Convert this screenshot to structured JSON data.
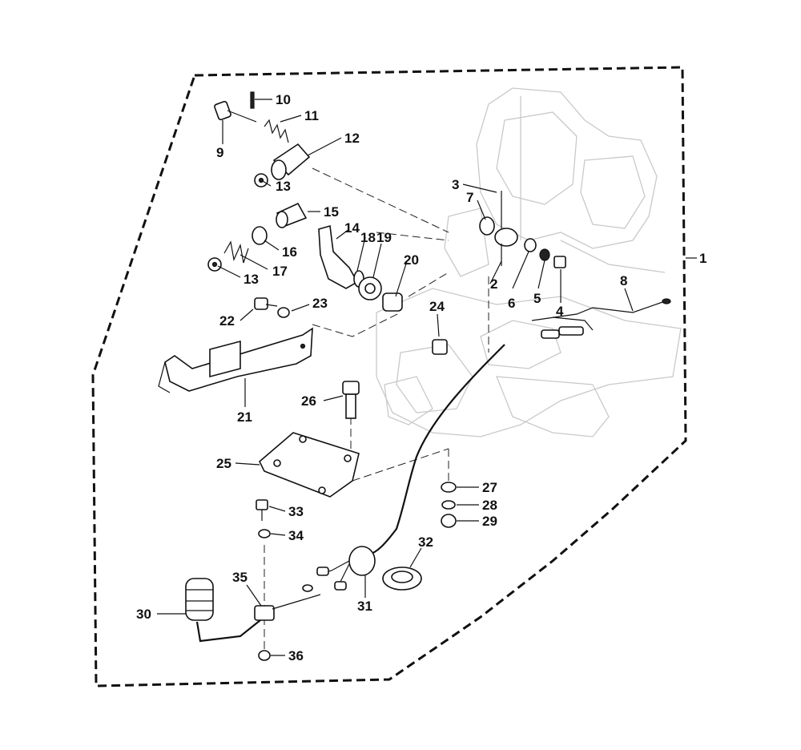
{
  "diagram": {
    "callouts": [
      "1",
      "2",
      "3",
      "4",
      "5",
      "6",
      "7",
      "8",
      "9",
      "10",
      "11",
      "12",
      "13",
      "14",
      "15",
      "16",
      "17",
      "18",
      "19",
      "20",
      "21",
      "22",
      "23",
      "24",
      "25",
      "26",
      "27",
      "28",
      "29",
      "30",
      "31",
      "32",
      "33",
      "34",
      "35",
      "36"
    ],
    "repeat_callouts": {
      "13b": "13"
    }
  }
}
